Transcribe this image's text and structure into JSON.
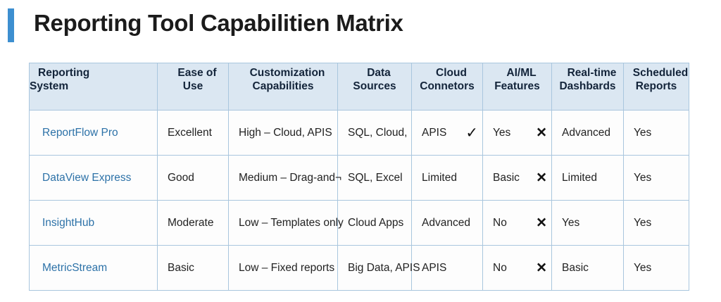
{
  "title": {
    "text": "Reporting Tool Capabilitien Matrix",
    "accent_color": "#3d8fd0"
  },
  "table": {
    "header_background": "#dbe7f2",
    "border_color": "#a9c6de",
    "link_color": "#2d72a8",
    "columns": [
      {
        "line1": "Reporting",
        "line2": "System"
      },
      {
        "line1": "Ease of",
        "line2": "Use"
      },
      {
        "line1": "Customization",
        "line2": "Capabilities"
      },
      {
        "line1": "Data",
        "line2": "Sources"
      },
      {
        "line1": "Cloud",
        "line2": "Connetors"
      },
      {
        "line1": "AI/ML",
        "line2": "Features"
      },
      {
        "line1": "Real-time",
        "line2": "Dashbards"
      },
      {
        "line1": "Scheduled",
        "line2": "Reports"
      }
    ],
    "rows": [
      {
        "system": "ReportFlow Pro",
        "ease_of_use": "Excellent",
        "customization": "High – Cloud, APIS",
        "data_sources": "SQL, Cloud,",
        "cloud_connectors": "APIS",
        "cloud_mark": "✓",
        "aiml": "Yes",
        "aiml_mark": "✕",
        "realtime": "Advanced",
        "scheduled": "Yes"
      },
      {
        "system": "DataView Express",
        "ease_of_use": "Good",
        "customization": "Medium – Drag-and¬",
        "data_sources": "SQL, Excel",
        "cloud_connectors": "Limited",
        "cloud_mark": "",
        "aiml": "Basic",
        "aiml_mark": "✕",
        "realtime": "Limited",
        "scheduled": "Yes"
      },
      {
        "system": "InsightHub",
        "ease_of_use": "Moderate",
        "customization": "Low – Templates only",
        "data_sources": "Cloud Apps",
        "cloud_connectors": "Advanced",
        "cloud_mark": "",
        "aiml": "No",
        "aiml_mark": "✕",
        "realtime": "Yes",
        "scheduled": "Yes"
      },
      {
        "system": "MetricStream",
        "ease_of_use": "Basic",
        "customization": "Low – Fixed reports",
        "data_sources": "Big Data, APIS",
        "cloud_connectors": "APIS",
        "cloud_mark": "",
        "aiml": "No",
        "aiml_mark": "✕",
        "realtime": "Basic",
        "scheduled": "Yes"
      }
    ]
  }
}
